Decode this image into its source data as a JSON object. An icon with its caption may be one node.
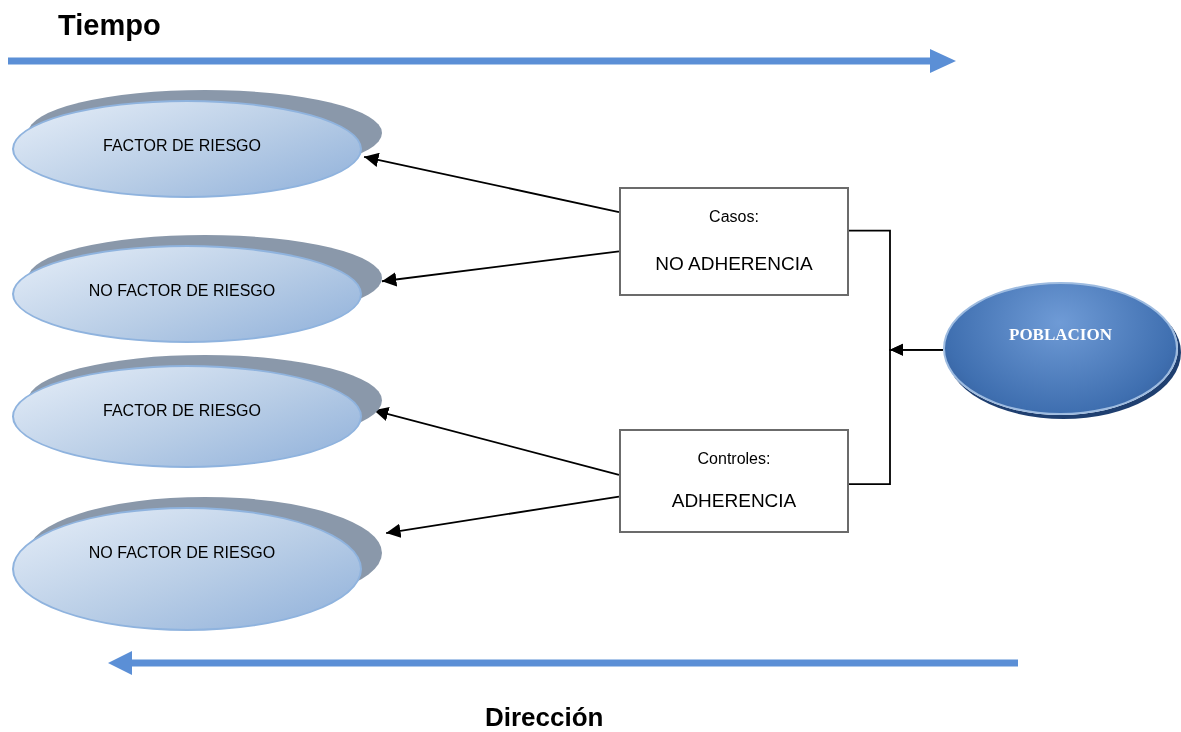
{
  "diagram": {
    "nodes": [
      {
        "text": [
          "FACTOR DE RIESGO"
        ]
      },
      {
        "text": [
          "NO FACTOR DE RIESGO"
        ]
      },
      {
        "text": [
          "FACTOR DE RIESGO"
        ]
      },
      {
        "text": [
          "NO FACTOR DE RIESGO"
        ]
      },
      {
        "text": [
          "Casos:",
          "NO ADHERENCIA"
        ]
      },
      {
        "text": [
          "Controles:",
          "ADHERENCIA"
        ]
      },
      {
        "text": [
          "POBLACION"
        ]
      }
    ],
    "edges": [
      {
        "from": 4,
        "to": 0,
        "arrow": "to"
      },
      {
        "from": 4,
        "to": 1,
        "arrow": "to"
      },
      {
        "from": 5,
        "to": 2,
        "arrow": "to"
      },
      {
        "from": 5,
        "to": 3,
        "arrow": "to"
      },
      {
        "from": 6,
        "to": 4,
        "arrow": "to"
      },
      {
        "from": 6,
        "to": 5,
        "arrow": "to"
      }
    ],
    "labels": [
      "Tiempo",
      "Dirección"
    ]
  }
}
